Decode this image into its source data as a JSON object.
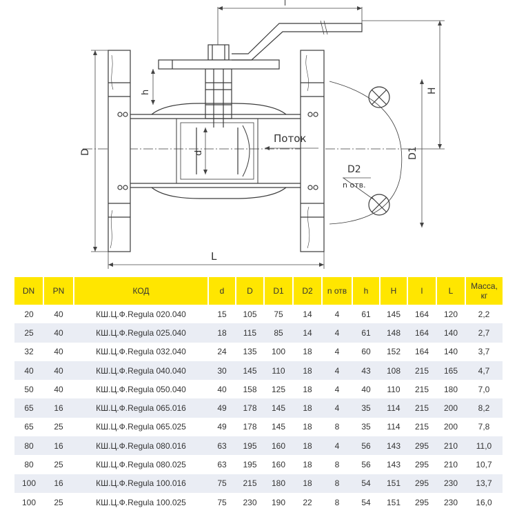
{
  "drawing": {
    "labels": {
      "flow": "Поток",
      "D": "D",
      "D1": "D1",
      "D2": "D2",
      "n_holes": "n отв.",
      "d": "d",
      "h": "h",
      "H": "H",
      "L": "L",
      "l": "l"
    }
  },
  "table": {
    "headers": [
      "DN",
      "PN",
      "КОД",
      "d",
      "D",
      "D1",
      "D2",
      "n отв",
      "h",
      "H",
      "l",
      "L",
      "Масса, кг"
    ],
    "rows": [
      [
        "20",
        "40",
        "КШ.Ц.Ф.Regula 020.040",
        "15",
        "105",
        "75",
        "14",
        "4",
        "61",
        "145",
        "164",
        "120",
        "2,2"
      ],
      [
        "25",
        "40",
        "КШ.Ц.Ф.Regula 025.040",
        "18",
        "115",
        "85",
        "14",
        "4",
        "61",
        "148",
        "164",
        "140",
        "2,7"
      ],
      [
        "32",
        "40",
        "КШ.Ц.Ф.Regula 032.040",
        "24",
        "135",
        "100",
        "18",
        "4",
        "60",
        "152",
        "164",
        "140",
        "3,7"
      ],
      [
        "40",
        "40",
        "КШ.Ц.Ф.Regula 040.040",
        "30",
        "145",
        "110",
        "18",
        "4",
        "43",
        "108",
        "215",
        "165",
        "4,7"
      ],
      [
        "50",
        "40",
        "КШ.Ц.Ф.Regula 050.040",
        "40",
        "158",
        "125",
        "18",
        "4",
        "40",
        "110",
        "215",
        "180",
        "7,0"
      ],
      [
        "65",
        "16",
        "КШ.Ц.Ф.Regula 065.016",
        "49",
        "178",
        "145",
        "18",
        "4",
        "35",
        "114",
        "215",
        "200",
        "8,2"
      ],
      [
        "65",
        "25",
        "КШ.Ц.Ф.Regula 065.025",
        "49",
        "178",
        "145",
        "18",
        "8",
        "35",
        "114",
        "215",
        "200",
        "7,8"
      ],
      [
        "80",
        "16",
        "КШ.Ц.Ф.Regula 080.016",
        "63",
        "195",
        "160",
        "18",
        "4",
        "56",
        "143",
        "295",
        "210",
        "11,0"
      ],
      [
        "80",
        "25",
        "КШ.Ц.Ф.Regula 080.025",
        "63",
        "195",
        "160",
        "18",
        "8",
        "56",
        "143",
        "295",
        "210",
        "10,7"
      ],
      [
        "100",
        "16",
        "КШ.Ц.Ф.Regula 100.016",
        "75",
        "215",
        "180",
        "18",
        "8",
        "54",
        "151",
        "295",
        "230",
        "13,7"
      ],
      [
        "100",
        "25",
        "КШ.Ц.Ф.Regula 100.025",
        "75",
        "230",
        "190",
        "22",
        "8",
        "54",
        "151",
        "295",
        "230",
        "16,0"
      ]
    ]
  }
}
